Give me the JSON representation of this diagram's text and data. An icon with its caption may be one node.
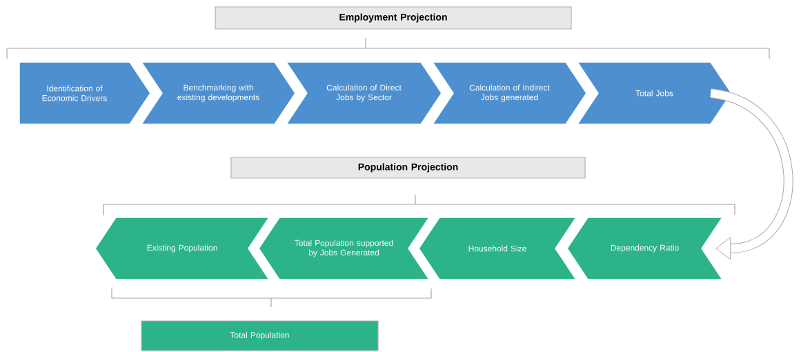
{
  "diagram": {
    "nodes": [
      {
        "text": [
          "Employment Projection"
        ]
      },
      {
        "text": [
          "Identification of Economic Drivers"
        ]
      },
      {
        "text": [
          "Benchmarking with existing developments"
        ]
      },
      {
        "text": [
          "Calculation of Direct Jobs by Sector"
        ]
      },
      {
        "text": [
          "Calculation of Indirect Jobs generated"
        ]
      },
      {
        "text": [
          "Total Jobs"
        ]
      },
      {
        "text": [
          "Population Projection"
        ]
      },
      {
        "text": [
          "Existing Population"
        ]
      },
      {
        "text": [
          "Total Population supported by Jobs Generated"
        ]
      },
      {
        "text": [
          "Household Size"
        ]
      },
      {
        "text": [
          "Dependency Ratio"
        ]
      },
      {
        "text": [
          "Total Population"
        ]
      }
    ],
    "edges": [
      {
        "from": 5,
        "to": 10,
        "arrow": "to"
      }
    ]
  }
}
